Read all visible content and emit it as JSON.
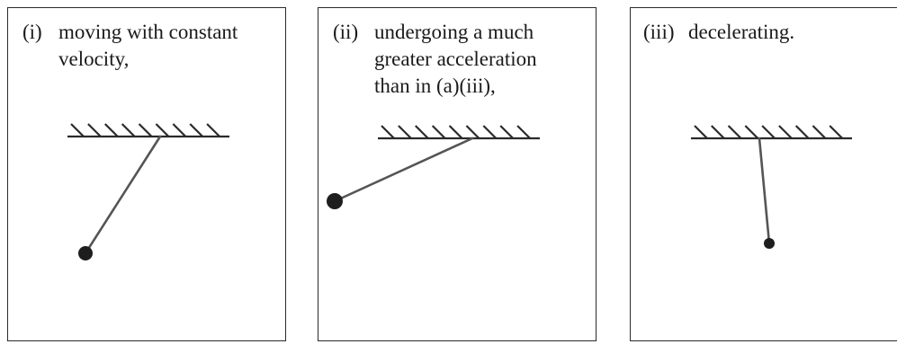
{
  "panels": [
    {
      "number": "(i)",
      "caption": "moving with constant velocity,"
    },
    {
      "number": "(ii)",
      "caption": "undergoing a much greater acceleration than in (a)(iii),"
    },
    {
      "number": "(iii)",
      "caption": "decelerating."
    }
  ],
  "colors": {
    "ink": "#2a2a2a",
    "string": "#555555",
    "bob": "#1e1e1e"
  }
}
